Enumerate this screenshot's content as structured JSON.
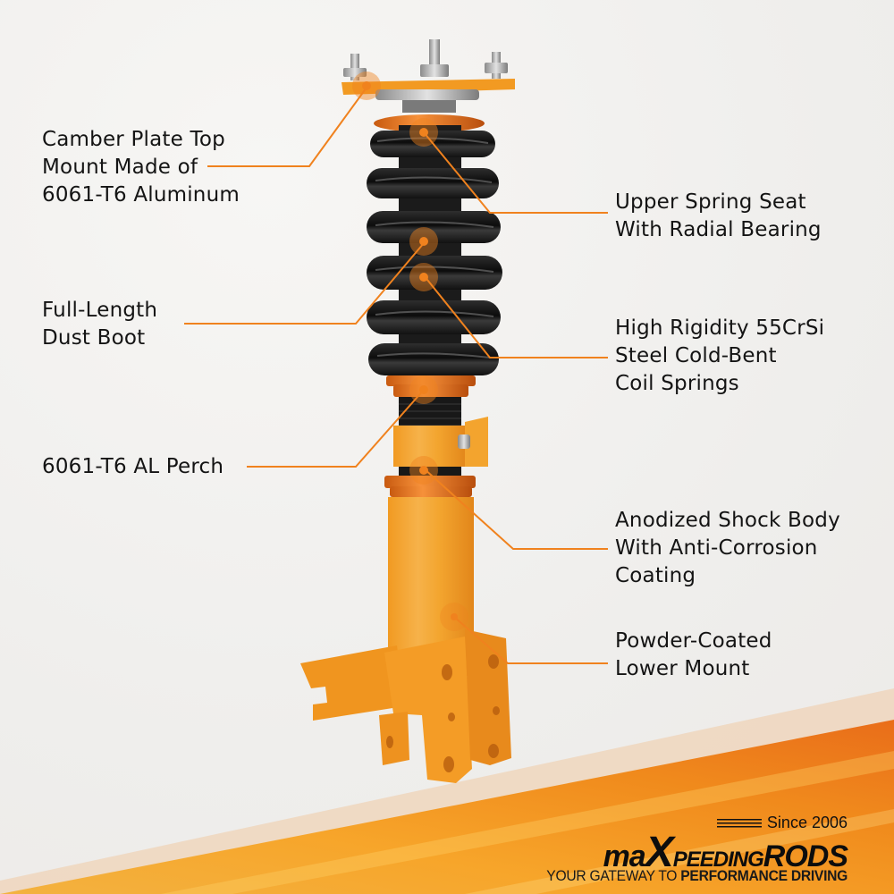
{
  "callouts": [
    {
      "id": "camber-plate",
      "lines": [
        "Camber Plate Top",
        "Mount Made of",
        "6061-T6 Aluminum"
      ]
    },
    {
      "id": "upper-spring-seat",
      "lines": [
        "Upper Spring Seat",
        "With Radial Bearing"
      ]
    },
    {
      "id": "dust-boot",
      "lines": [
        "Full-Length",
        "Dust Boot"
      ]
    },
    {
      "id": "coil-springs",
      "lines": [
        "High Rigidity 55CrSi",
        "Steel Cold-Bent",
        "Coil Springs"
      ]
    },
    {
      "id": "perch",
      "lines": [
        "6061-T6 AL Perch"
      ]
    },
    {
      "id": "shock-body",
      "lines": [
        "Anodized Shock Body",
        "With Anti-Corrosion",
        "Coating"
      ]
    },
    {
      "id": "lower-mount",
      "lines": [
        "Powder-Coated",
        "Lower Mount"
      ]
    }
  ],
  "brand": {
    "since": "Since 2006",
    "name_prefix": "ma",
    "name_x": "X",
    "name_mid": "PEEDING",
    "name_suffix": "RODS",
    "tagline_light": "YOUR GATEWAY TO ",
    "tagline_bold": "PERFORMANCE DRIVING"
  },
  "colors": {
    "accent_orange": "#f0821e",
    "strut_orange": "#f2a02a",
    "spring_black": "#141414",
    "text": "#141414"
  }
}
